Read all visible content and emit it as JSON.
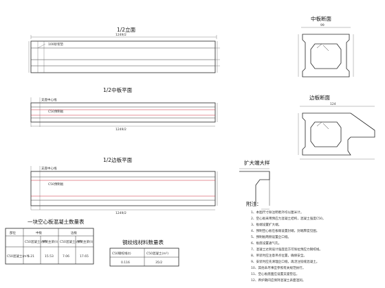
{
  "titles": {
    "elevation": "1/2立面",
    "mid_plan": "1/2中板平面",
    "edge_plan": "1/2边板平面",
    "mid_section": "中板断面",
    "edge_section": "边板断面",
    "expand_end": "扩大端大样",
    "hollow_table": "一块空心板混凝土数量表",
    "rebar_table": "钢绞线材料数量表",
    "notes_title": "附注："
  },
  "labels": {
    "support_center_1": "支座中心线",
    "support_center_2": "支座中心线",
    "plate_label_1": "C50预制板",
    "plate_label_2": "C50预制板",
    "pier_label": "支座中心线",
    "end_note": "100砂浆垫"
  },
  "dims": {
    "elev_top": "1249/2",
    "mid_bottom": "1249/2",
    "edge_bottom": "1249/2",
    "mid_sec_top": "99",
    "edge_sec_top": "124"
  },
  "hollow_table": {
    "headers": [
      "部位",
      "中板",
      "",
      "边板",
      ""
    ],
    "subheaders": [
      "",
      "C50混凝土(m³)",
      "预制主梁(t)",
      "C50混凝土(m³)",
      "预制主梁(t)"
    ],
    "rows": [
      [
        "C50混凝土(m³)",
        "6.21",
        "15.53",
        "7.06",
        "17.65"
      ]
    ]
  },
  "rebar_table": {
    "headers": [
      "C50钢绞线(t)",
      "C50混凝土(m³)"
    ],
    "rows": [
      [
        "0.116",
        "35/2"
      ]
    ]
  },
  "notes": [
    "1、本图尺寸除注明者外均以厘米计。",
    "2、空心板采用预应力混凝土结构，混凝土强度C50。",
    "3、板端设置扩大端。",
    "4、预制空心板在板端设置封端，封端厚度见图。",
    "5、预制板两侧设置企口缝。",
    "6、板底设置通气孔。",
    "7、混凝土达到设计强度后方可张拉预应力钢绞线。",
    "8、吊装时应注意吊点位置，确保安全。",
    "9、安装时应先清理企口缝，再浇注铰缝混凝土。",
    "10、其他未尽事宜参照有关规范执行。",
    "11、空心板底面应设置支座垫石。",
    "12、养护期间应保持混凝土表面湿润。"
  ]
}
